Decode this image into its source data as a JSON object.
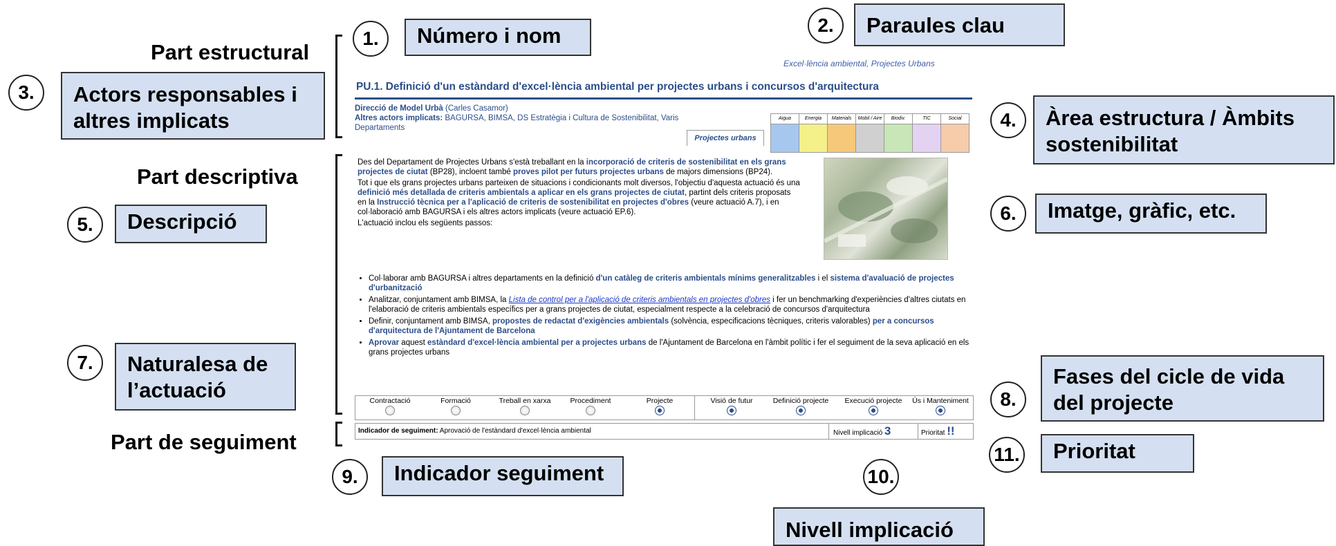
{
  "parts": {
    "structural": "Part estructural",
    "descriptive": "Part descriptiva",
    "monitoring": "Part de seguiment"
  },
  "callouts": [
    {
      "num": "1.",
      "label": "Número i nom"
    },
    {
      "num": "2.",
      "label": "Paraules clau"
    },
    {
      "num": "3.",
      "label": "Actors responsables i altres implicats"
    },
    {
      "num": "4.",
      "label": "Àrea estructura / Àmbits sostenibilitat"
    },
    {
      "num": "5.",
      "label": "Descripció"
    },
    {
      "num": "6.",
      "label": "Imatge, gràfic, etc."
    },
    {
      "num": "7.",
      "label": "Naturalesa de l’actuació"
    },
    {
      "num": "8.",
      "label": "Fases del cicle de vida del projecte"
    },
    {
      "num": "9.",
      "label": "Indicador seguiment"
    },
    {
      "num": "10.",
      "label": "Nivell implicació"
    },
    {
      "num": "11.",
      "label": "Prioritat"
    }
  ],
  "document": {
    "keywords": "Excel·lència ambiental, Projectes Urbans",
    "title": "PU.1. Definició d'un estàndard d'excel·lència ambiental per projectes urbans i concursos d'arquitectura",
    "responsible_bold": "Direcció de Model Urbà",
    "responsible_rest": " (Carles Casamor)",
    "others_bold": "Altres actors implicats:",
    "others_rest": " BAGURSA, BIMSA, DS Estratègia i Cultura de Sostenibilitat, Varis Departaments",
    "area": "Projectes urbans",
    "ambits": [
      {
        "label": "Aigua",
        "color": "#a6c8ef"
      },
      {
        "label": "Energia",
        "color": "#f4f08a"
      },
      {
        "label": "Materials",
        "color": "#f6c97a"
      },
      {
        "label": "Mobil / Aire",
        "color": "#d0d0d0"
      },
      {
        "label": "Biodiv.",
        "color": "#c8e6b8"
      },
      {
        "label": "TIC",
        "color": "#e4d2f2"
      },
      {
        "label": "Social",
        "color": "#f6ccaa"
      }
    ],
    "desc": {
      "p1a": "Des del Departament de Projectes Urbans s'està treballant en la ",
      "p1b": "incorporació de criteris de sostenibilitat en els grans projectes de ciutat",
      "p1c": " (BP28), incloent també ",
      "p1d": "proves pilot per futurs projectes urbans",
      "p1e": " de majors dimensions (BP24).",
      "p2a": "Tot i que els grans projectes urbans parteixen de situacions i condicionants molt diversos, l'objectiu d'aquesta actuació és una ",
      "p2b": "definició més detallada de criteris ambientals a aplicar en els grans projectes de ciutat",
      "p2c": ", partint dels criteris proposats en la ",
      "p2d": "Instrucció tècnica per a l'aplicació de criteris de sostenibilitat en projectes d'obres",
      "p2e": " (veure actuació A.7), i en col·laboració amb BAGURSA i els altres actors implicats (veure actuació EP.6).",
      "p3": "L'actuació inclou els següents passos:"
    },
    "steps": {
      "s1a": "Col·laborar amb BAGURSA i altres departaments en la definició ",
      "s1b": "d'un catàleg de criteris ambientals mínims generalitzables",
      "s1c": " i el ",
      "s1d": "sistema d'avaluació de projectes d'urbanització",
      "s2a": "Analitzar, conjuntament amb BIMSA, la ",
      "s2b": "Lista de control per a l'aplicació de criteris ambientals en projectes d'obres",
      "s2c": " i fer un benchmarking d'experiències d'altres ciutats en l'elaboració de criteris ambientals específics per a grans projectes de ciutat, especialment respecte a la celebració de concursos d'arquitectura",
      "s3a": "Definir, conjuntament amb BIMSA,  ",
      "s3b": "propostes de redactat d'exigències ambientals",
      "s3c": " (solvència, especificacions tècniques, criteris valorables) ",
      "s3d": "per a concursos d'arquitectura de l'Ajuntament de Barcelona",
      "s4a": "Aprovar",
      "s4b": " aquest ",
      "s4c": "estàndard d'excel·lència ambiental per a projectes urbans",
      "s4d": " de l'Ajuntament de Barcelona en l'àmbit polític i fer el seguiment de la seva aplicació en els grans projectes urbans"
    },
    "nature": [
      {
        "label": "Contractació",
        "selected": false
      },
      {
        "label": "Formació",
        "selected": false
      },
      {
        "label": "Treball en xarxa",
        "selected": false
      },
      {
        "label": "Procediment",
        "selected": false
      },
      {
        "label": "Projecte",
        "selected": true
      }
    ],
    "phases": [
      {
        "label": "Visió de futur",
        "selected": true
      },
      {
        "label": "Definició projecte",
        "selected": true
      },
      {
        "label": "Execució projecte",
        "selected": true
      },
      {
        "label": "Ús i Manteniment",
        "selected": true
      }
    ],
    "indicator_label": "Indicador de seguiment:",
    "indicator_text": " Aprovació de l'estàndard d'excel·lència ambiental",
    "level_label": "Nivell implicació",
    "level_value": "3",
    "priority_label": "Prioritat",
    "priority_value": "!!"
  }
}
